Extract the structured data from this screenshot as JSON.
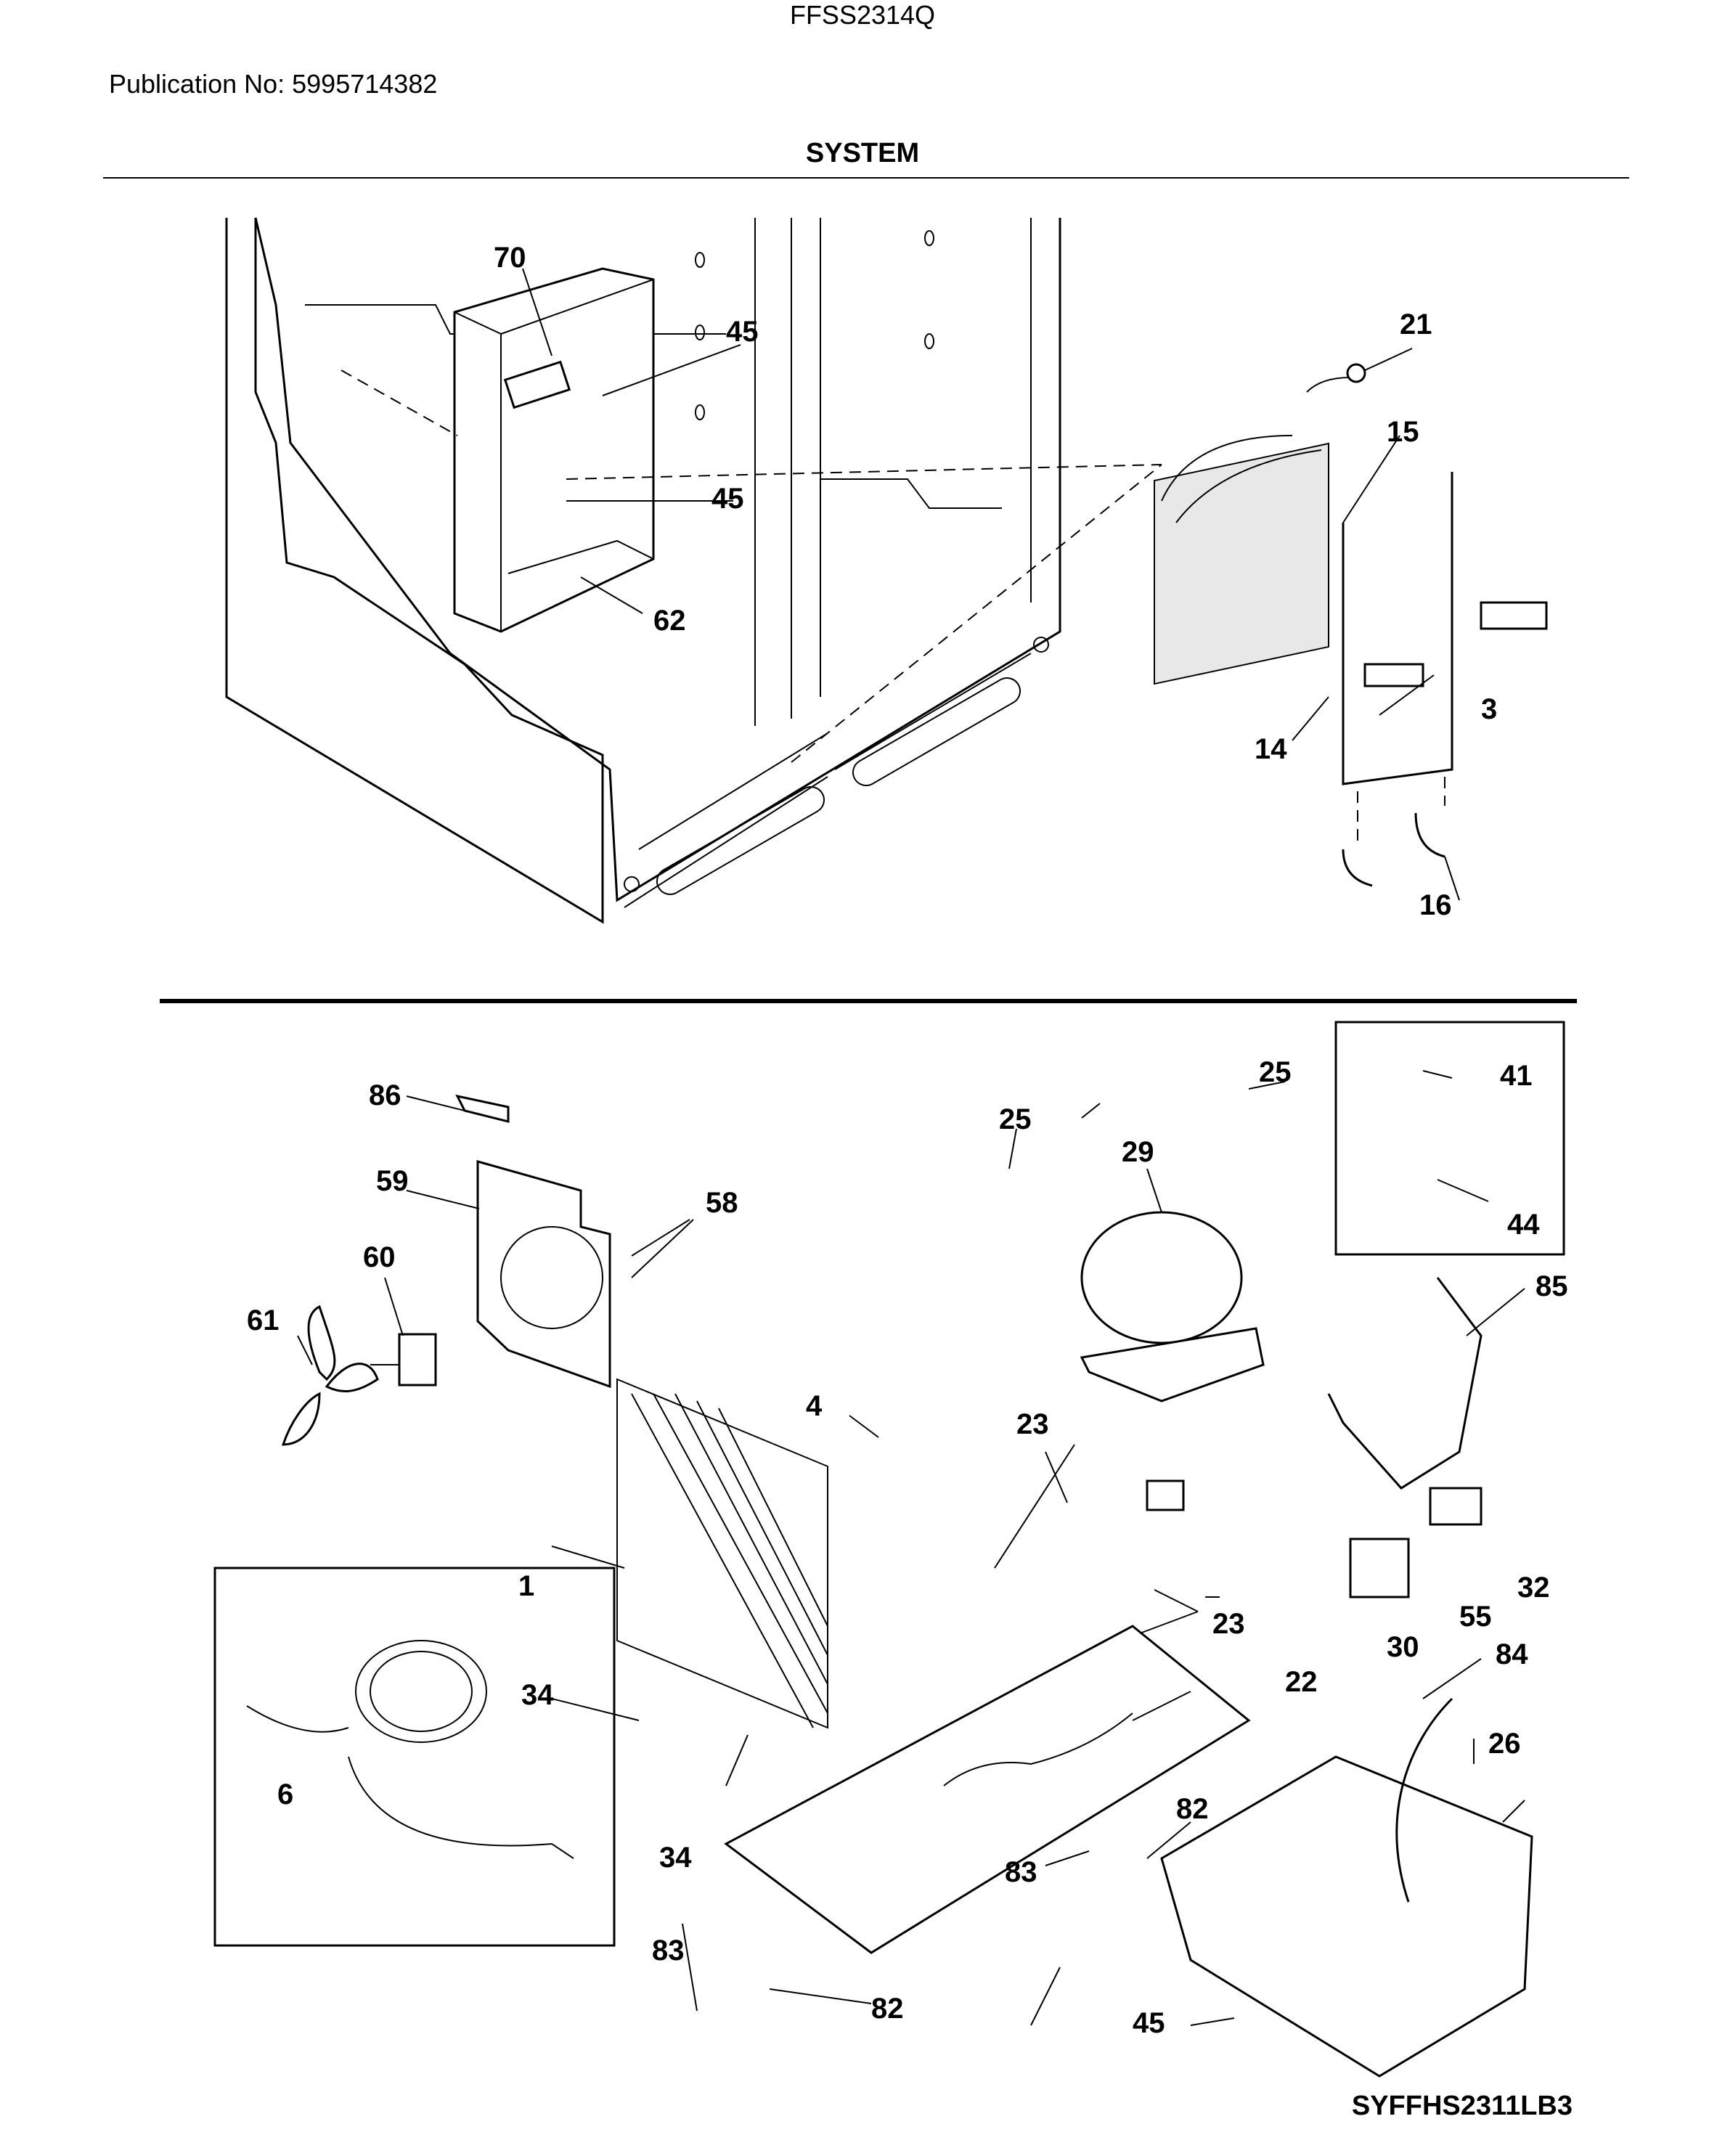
{
  "header": {
    "publication": "Publication No: 5995714382",
    "model": "FFSS2314Q"
  },
  "title": "SYSTEM",
  "footer": "SYFFHS2311LB3",
  "callouts": {
    "c70": "70",
    "c45a": "45",
    "c45b": "45",
    "c62": "62",
    "c21": "21",
    "c15": "15",
    "c14": "14",
    "c3": "3",
    "c16": "16",
    "c86": "86",
    "c59": "59",
    "c58": "58",
    "c60": "60",
    "c61": "61",
    "c25a": "25",
    "c25b": "25",
    "c29": "29",
    "c41": "41",
    "c44": "44",
    "c85": "85",
    "c4": "4",
    "c23a": "23",
    "c23b": "23",
    "c1": "1",
    "c34a": "34",
    "c34b": "34",
    "c6": "6",
    "c22": "22",
    "c84": "84",
    "c26": "26",
    "c30": "30",
    "c55": "55",
    "c32": "32",
    "c82a": "82",
    "c82b": "82",
    "c83a": "83",
    "c83b": "83",
    "c45c": "45"
  }
}
